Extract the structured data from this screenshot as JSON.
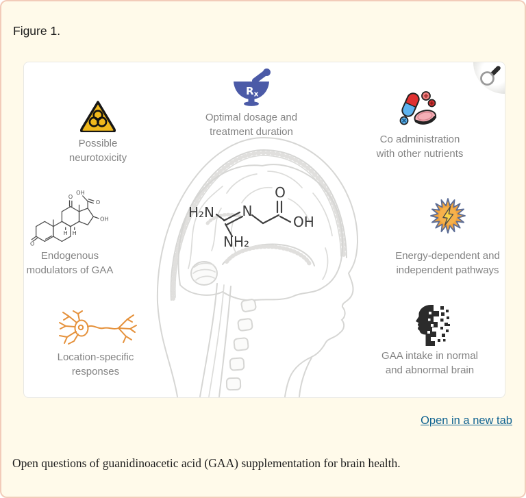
{
  "figure": {
    "label": "Figure 1.",
    "caption": "Open questions of guanidinoacetic acid (GAA) supplementation for brain health."
  },
  "viewer": {
    "open_in_new_tab": "Open in a new tab"
  },
  "molecule": {
    "name": "guanidinoacetic acid",
    "h2n": "H₂N",
    "n": "N",
    "nh2": "NH₂",
    "o": "O",
    "oh": "OH"
  },
  "chem_small": {
    "o": "O",
    "oh": "OH",
    "h": "H"
  },
  "items": [
    {
      "icon": "mortar-pestle-rx-icon",
      "rx_r": "R",
      "rx_x": "x",
      "line1": "Optimal dosage and",
      "line2": "treatment duration"
    },
    {
      "icon": "biohazard-icon",
      "line1": "Possible",
      "line2": "neurotoxicity"
    },
    {
      "icon": "pills-icon",
      "line1": "Co administration",
      "line2": "with other nutrients"
    },
    {
      "icon": "steroid-structure-icon",
      "line1": "Endogenous",
      "line2": "modulators of GAA"
    },
    {
      "icon": "sun-lightning-icon",
      "line1": "Energy-dependent and",
      "line2": "independent pathways"
    },
    {
      "icon": "neuron-icon",
      "line1": "Location-specific",
      "line2": "responses"
    },
    {
      "icon": "pixelated-head-icon",
      "line1": "GAA intake in normal",
      "line2": "and abnormal brain"
    }
  ],
  "colors": {
    "page_cream": "#fffaea",
    "page_border": "#f2cbb9",
    "link_blue": "#0e6290",
    "label_gray": "#848484",
    "mortar_blue": "#4b5aa7",
    "hazard_yellow": "#f0b81c",
    "pill_red": "#e03131",
    "pill_blue": "#5db3ef",
    "tablet_pink": "#f5afb6",
    "sun_orange": "#f2a33c",
    "bolt_yellow": "#fbd348",
    "neuron_orange": "#e5913b",
    "head_black": "#2b2b2b",
    "brain_gray": "#d6d6d4"
  }
}
